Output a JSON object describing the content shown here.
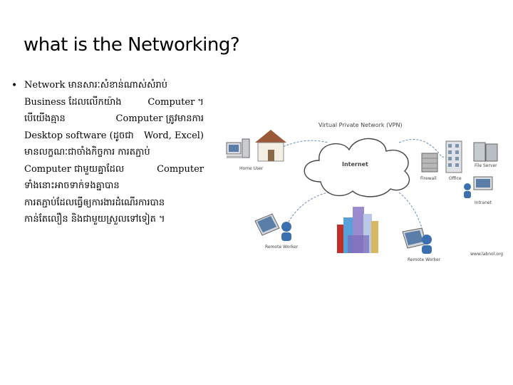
{
  "slide": {
    "title": "what is the Networking?",
    "bullet": "•",
    "lines": [
      [
        "Network មានសារៈសំខាន់ណាស់សំរាប់",
        ""
      ],
      [
        "Business ដែលលើកយ៉ាង",
        "Computer ។"
      ],
      [
        "បើយើងគ្មាន",
        "Computer ត្រូវមានការ"
      ],
      [
        "Desktop software (ដូចជា",
        "Word, Excel)"
      ],
      [
        "មានលក្ខណៈជាចាំងកិច្ចការ ការតភ្ជាប់",
        ""
      ],
      [
        "Computer ជាមួយគ្នាដែល",
        "Computer"
      ],
      [
        "ទាំងនោះអាចទាក់ទងគ្នាបាន",
        ""
      ],
      [
        "ការតភ្ជាប់ដែលធ្វើឲ្យការងារដំណើរការបាន",
        ""
      ],
      [
        "កាន់តែលឿន និងជាមួយស្រួលទៅទៀត ។",
        ""
      ]
    ]
  },
  "diagram": {
    "vpn_label": "Virtual Private Network (VPN)",
    "internet_label": "Internet",
    "home_user": "Home User",
    "firewall": "Firewall",
    "office": "Office",
    "file_server": "File Server",
    "intranet": "Intranet",
    "remote_worker_1": "Remote Worker",
    "remote_worker_2": "Remote Worker",
    "source": "www.labnol.org"
  }
}
